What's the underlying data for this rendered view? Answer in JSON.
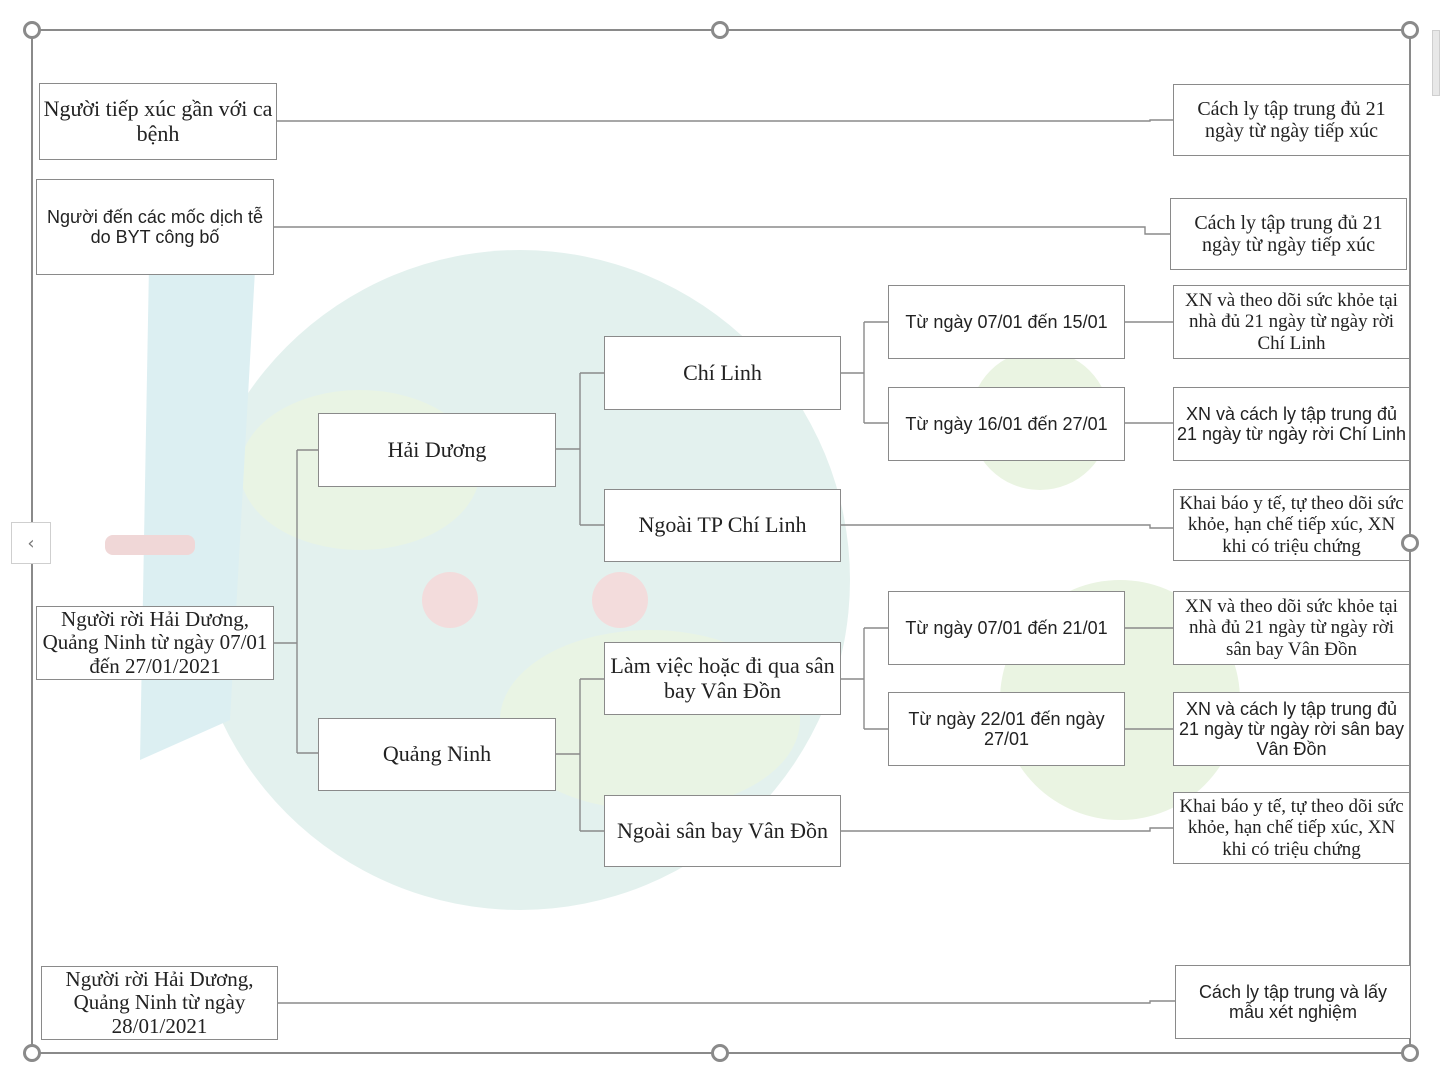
{
  "diagram": {
    "root_early": "Người rời Hải Dương, Quảng Ninh từ ngày 07/01 đến 27/01/2021",
    "contact": "Người tiếp xúc gần với ca bệnh",
    "contact_result": "Cách ly tập trung đủ 21 ngày từ ngày tiếp xúc",
    "hotspot": "Người đến các mốc dịch tễ do BYT công bố",
    "hotspot_result": "Cách ly tập trung đủ 21 ngày từ ngày tiếp xúc",
    "hai_duong": "Hải Dương",
    "chi_linh": "Chí Linh",
    "chi_linh_early": "Từ ngày 07/01 đến 15/01",
    "chi_linh_early_result": "XN và theo dõi sức khỏe tại nhà đủ 21 ngày từ ngày rời Chí Linh",
    "chi_linh_late": "Từ ngày 16/01 đến 27/01",
    "chi_linh_late_result": "XN và cách ly tập trung đủ 21 ngày từ ngày rời Chí Linh",
    "outside_chi_linh": "Ngoài TP Chí Linh",
    "outside_chi_linh_result": "Khai báo y tế, tự theo dõi sức khỏe, hạn chế tiếp xúc, XN khi có triệu chứng",
    "quang_ninh": "Quảng Ninh",
    "van_don": "Làm việc hoặc đi qua sân bay Vân Đồn",
    "van_don_early": "Từ ngày 07/01 đến 21/01",
    "van_don_early_result": "XN và theo dõi sức khỏe tại nhà đủ 21 ngày từ ngày rời sân bay Vân Đồn",
    "van_don_late": "Từ ngày 22/01 đến ngày 27/01",
    "van_don_late_result": "XN và cách ly tập trung đủ 21 ngày từ ngày rời  sân bay Vân Đồn",
    "outside_van_don": "Ngoài sân bay Vân Đồn",
    "outside_van_don_result": "Khai báo y tế, tự theo dõi sức khỏe, hạn chế tiếp xúc, XN khi có triệu chứng",
    "root_late": "Người rời Hải Dương, Quảng Ninh từ ngày 28/01/2021",
    "root_late_result": "Cách ly tập trung và lấy mẫu xét nghiệm"
  },
  "icons": {
    "nav": "chevron-left-icon",
    "handle": "resize-handle"
  },
  "colors": {
    "line": "#8a8a8a",
    "box_border": "#8a8a8a",
    "background_globe": "#dcefe9",
    "background_virus": "#e4f1dc"
  }
}
